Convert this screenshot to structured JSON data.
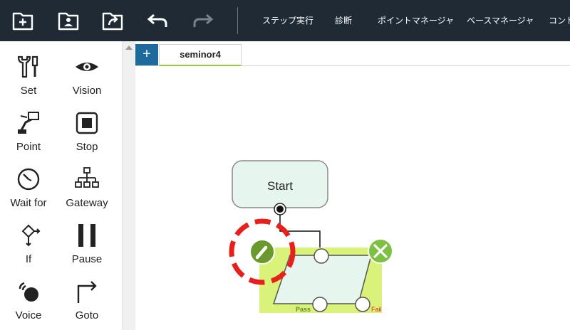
{
  "toolbar": {
    "icons": [
      "new-folder-icon",
      "user-folder-icon",
      "export-folder-icon",
      "undo-icon",
      "redo-icon"
    ],
    "menu": [
      "ステップ実行",
      "診断",
      "ポイントマネージャ",
      "ベースマネージャ",
      "コント"
    ]
  },
  "palette": {
    "tools": [
      {
        "label": "Set",
        "icon": "wrench-icon"
      },
      {
        "label": "Vision",
        "icon": "eye-icon"
      },
      {
        "label": "Point",
        "icon": "point-robot-icon"
      },
      {
        "label": "Stop",
        "icon": "stop-icon"
      },
      {
        "label": "Wait for",
        "icon": "clock-icon"
      },
      {
        "label": "Gateway",
        "icon": "gateway-icon"
      },
      {
        "label": "If",
        "icon": "if-branch-icon"
      },
      {
        "label": "Pause",
        "icon": "pause-icon"
      },
      {
        "label": "Voice",
        "icon": "voice-icon"
      },
      {
        "label": "Goto",
        "icon": "goto-arrow-icon"
      }
    ]
  },
  "tabs": {
    "add": "+",
    "active": "seminor4"
  },
  "flow": {
    "start_label": "Start",
    "pass_label": "Pass",
    "fail_label": "Fail",
    "colors": {
      "start_fill": "#e6f5ee",
      "node_highlight": "#d9f27a",
      "edit_button": "#6a9a2e",
      "close_button": "#7cc142",
      "callout": "#e8201c",
      "pass": "#5e8c2a",
      "fail": "#e8201c"
    }
  }
}
